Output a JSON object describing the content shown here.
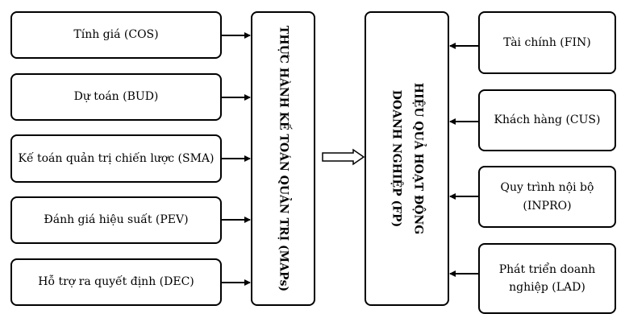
{
  "left_items": [
    {
      "label": "Tính giá (COS)"
    },
    {
      "label": "Dự toán (BUD)"
    },
    {
      "label": "Kế toán quản trị chiến lược (SMA)"
    },
    {
      "label": "Đánh giá hiệu suất (PEV)"
    },
    {
      "label": "Hỗ trợ ra quyết định (DEC)"
    }
  ],
  "center_left": {
    "label": "THỰC HÀNH KẾ TOÁN QUẢN TRỊ (MAPs)"
  },
  "center_right": {
    "line1": "HIỆU QUẢ HOẠT ĐỘNG",
    "line2": "DOANH NGHIỆP (FP)"
  },
  "right_items": [
    {
      "line1": "Tài chính (FIN)"
    },
    {
      "line1": "Khách hàng (CUS)"
    },
    {
      "line1": "Quy trình nội bộ",
      "line2": "(INPRO)"
    },
    {
      "line1": "Phát triển doanh",
      "line2": "nghiệp (LAD)"
    }
  ]
}
